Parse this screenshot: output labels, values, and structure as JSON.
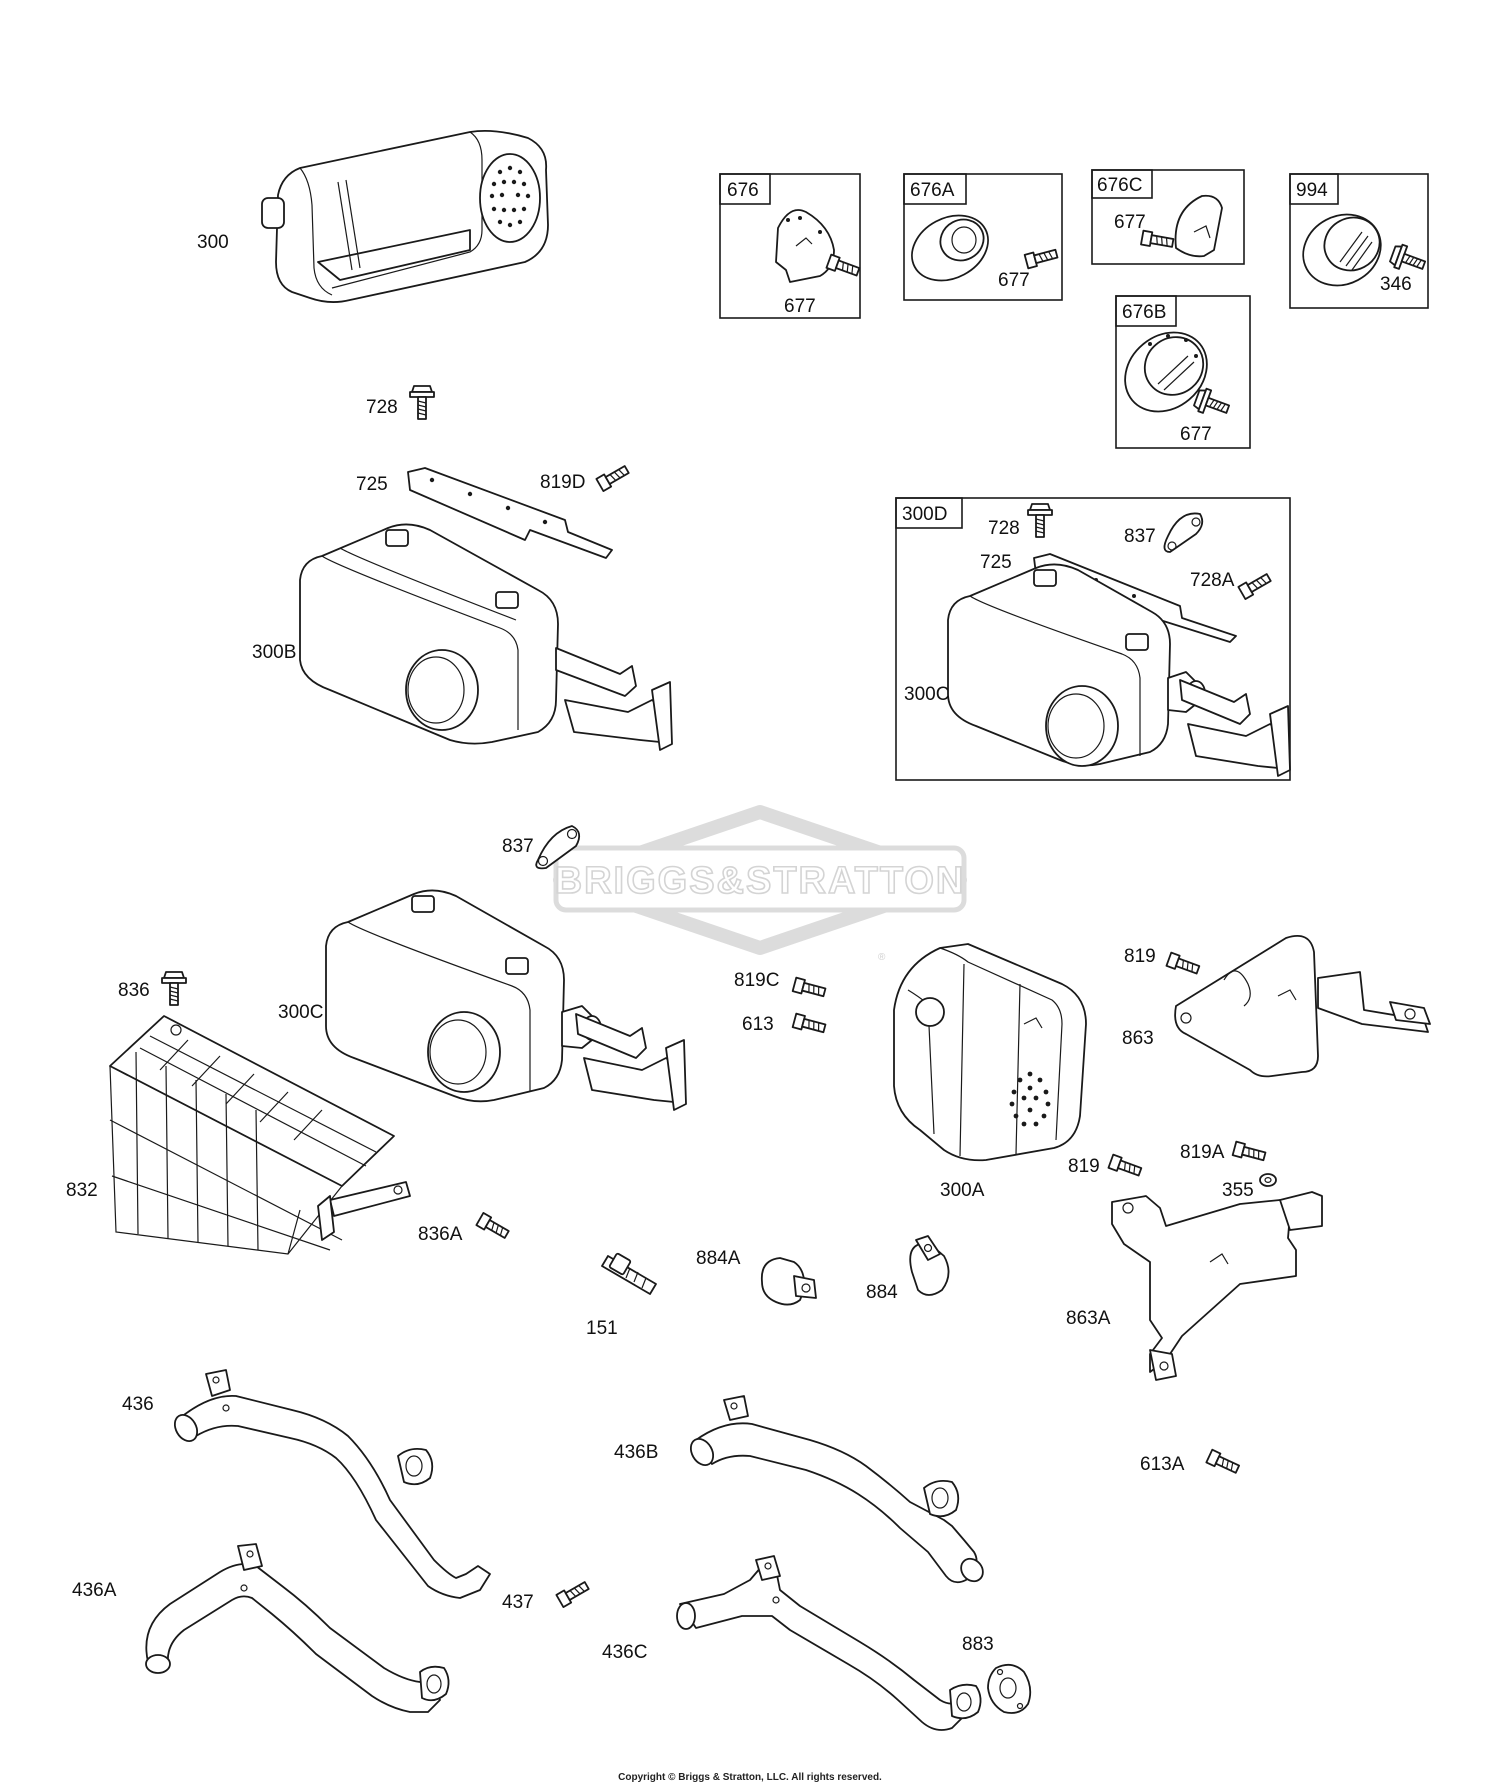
{
  "watermark": {
    "brand": "BRIGGS&STRATTON",
    "mark": "®"
  },
  "copyright": "Copyright © Briggs & Stratton, LLC. All rights reserved.",
  "boxes": {
    "b676": {
      "title": "676",
      "parts": [
        "677"
      ]
    },
    "b676A": {
      "title": "676A",
      "parts": [
        "677"
      ]
    },
    "b676C": {
      "title": "676C",
      "parts": [
        "677"
      ]
    },
    "b994": {
      "title": "994",
      "parts": [
        "346"
      ]
    },
    "b676B": {
      "title": "676B",
      "parts": [
        "677"
      ]
    },
    "b300D": {
      "title": "300D",
      "parts": [
        "728",
        "837",
        "725",
        "728A",
        "300C"
      ]
    }
  },
  "labels": {
    "p300": "300",
    "p728": "728",
    "p725": "725",
    "p819D": "819D",
    "p300B": "300B",
    "p837": "837",
    "p819C": "819C",
    "p819": "819",
    "p836": "836",
    "p300C": "300C",
    "p613": "613",
    "p863": "863",
    "p832": "832",
    "p300A": "300A",
    "p819b": "819",
    "p819A": "819A",
    "p355": "355",
    "p836A": "836A",
    "p884A": "884A",
    "p884": "884",
    "p151": "151",
    "p863A": "863A",
    "p436": "436",
    "p436B": "436B",
    "p613A": "613A",
    "p436A": "436A",
    "p437": "437",
    "p436C": "436C",
    "p883": "883"
  }
}
